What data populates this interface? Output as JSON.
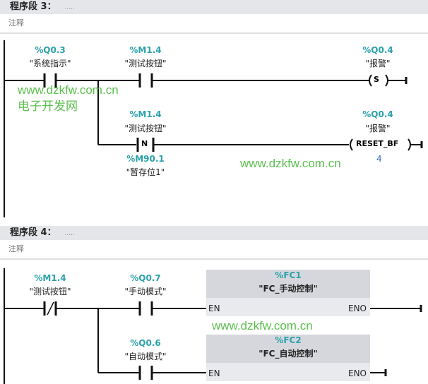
{
  "networks": [
    {
      "title": "程序段 3：",
      "dots": ".....",
      "comment": "注释",
      "contacts": [
        {
          "addr": "%Q0.3",
          "sym": "\"系统指示\""
        },
        {
          "addr": "%M1.4",
          "sym": "\"测试按钮\""
        },
        {
          "addr": "%M1.4",
          "sym": "\"测试按钮\"",
          "type": "N",
          "aux_addr": "%M90.1",
          "aux_sym": "\"暂存位1\""
        }
      ],
      "coils": [
        {
          "addr": "%Q0.4",
          "sym": "\"报警\"",
          "type": "S"
        },
        {
          "addr": "%Q0.4",
          "sym": "\"报警\"",
          "type": "RESET_BF",
          "count": "4"
        }
      ]
    },
    {
      "title": "程序段 4：",
      "dots": ".....",
      "comment": "注释",
      "contacts": [
        {
          "addr": "%M1.4",
          "sym": "\"测试按钮\"",
          "type": "NC"
        },
        {
          "addr": "%Q0.7",
          "sym": "\"手动模式\""
        },
        {
          "addr": "%Q0.6",
          "sym": "\"自动模式\""
        }
      ],
      "blocks": [
        {
          "addr": "%FC1",
          "name": "\"FC_手动控制\"",
          "en": "EN",
          "eno": "ENO"
        },
        {
          "addr": "%FC2",
          "name": "\"FC_自动控制\"",
          "en": "EN",
          "eno": "ENO"
        }
      ]
    }
  ],
  "watermark": {
    "url": "www.dzkfw.com.cn",
    "name": "电子开发网"
  }
}
